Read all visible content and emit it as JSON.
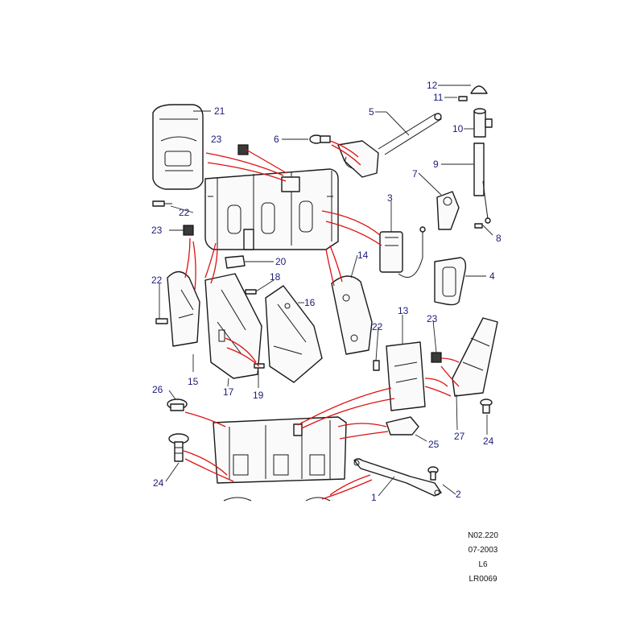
{
  "diagram": {
    "callouts": [
      {
        "id": "c1",
        "text": "1"
      },
      {
        "id": "c2",
        "text": "2"
      },
      {
        "id": "c3",
        "text": "3"
      },
      {
        "id": "c4",
        "text": "4"
      },
      {
        "id": "c5",
        "text": "5"
      },
      {
        "id": "c6",
        "text": "6"
      },
      {
        "id": "c7",
        "text": "7"
      },
      {
        "id": "c8",
        "text": "8"
      },
      {
        "id": "c9",
        "text": "9"
      },
      {
        "id": "c10",
        "text": "10"
      },
      {
        "id": "c11",
        "text": "11"
      },
      {
        "id": "c12",
        "text": "12"
      },
      {
        "id": "c13",
        "text": "13"
      },
      {
        "id": "c14",
        "text": "14"
      },
      {
        "id": "c15",
        "text": "15"
      },
      {
        "id": "c16",
        "text": "16"
      },
      {
        "id": "c17",
        "text": "17"
      },
      {
        "id": "c18",
        "text": "18"
      },
      {
        "id": "c19",
        "text": "19"
      },
      {
        "id": "c20",
        "text": "20"
      },
      {
        "id": "c21",
        "text": "21"
      },
      {
        "id": "c22a",
        "text": "22"
      },
      {
        "id": "c22b",
        "text": "22"
      },
      {
        "id": "c22c",
        "text": "22"
      },
      {
        "id": "c23a",
        "text": "23"
      },
      {
        "id": "c23b",
        "text": "23"
      },
      {
        "id": "c23c",
        "text": "23"
      },
      {
        "id": "c24a",
        "text": "24"
      },
      {
        "id": "c24b",
        "text": "24"
      },
      {
        "id": "c25",
        "text": "25"
      },
      {
        "id": "c26",
        "text": "26"
      },
      {
        "id": "c27",
        "text": "27"
      }
    ],
    "callout_color": "#1b1b7a",
    "leader_color": "#d11111"
  },
  "info": {
    "ref": "N02.220",
    "date": "07-2003",
    "model": "L6",
    "code": "LR0069"
  }
}
